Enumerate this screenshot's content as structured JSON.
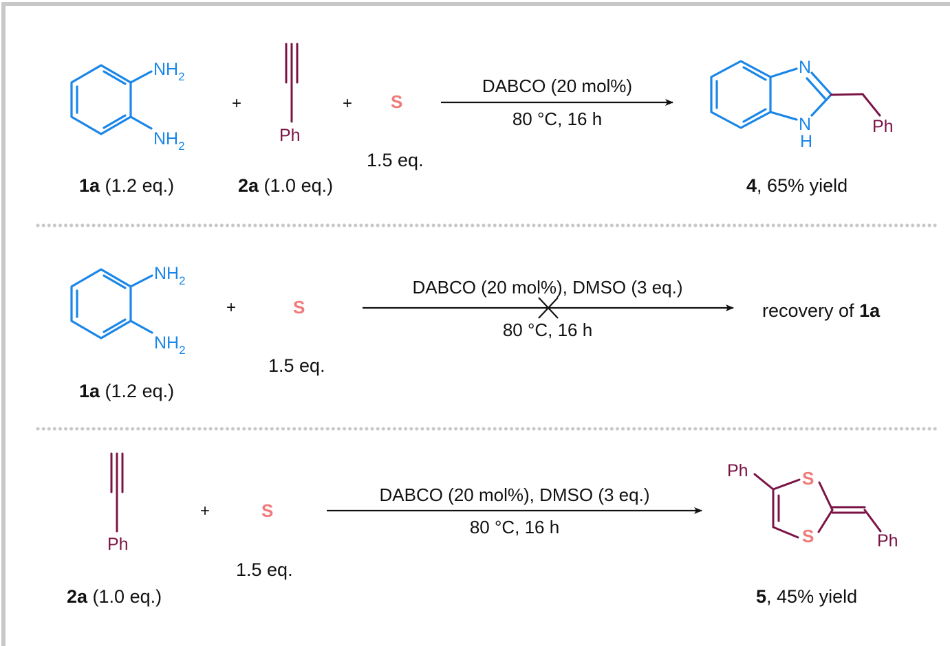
{
  "colors": {
    "frame": "#c8c8c8",
    "diamine": "#1a86e8",
    "alkyne": "#7a1446",
    "sulfur": "#f07a7a",
    "text": "#111111"
  },
  "atoms": {
    "nh2": "NH",
    "sub2": "2",
    "ph": "Ph",
    "n": "N",
    "h": "H",
    "s": "S"
  },
  "common": {
    "plus": "+",
    "s_equiv": "1.5 eq."
  },
  "reaction1": {
    "label_1a": "1a",
    "label_1a_eq": " (1.2 eq.)",
    "label_2a": "2a",
    "label_2a_eq": " (1.0 eq.)",
    "cond_top": "DABCO (20 mol%)",
    "cond_bottom": "80 °C, 16 h",
    "product_label": "4",
    "product_yield": ", 65% yield"
  },
  "reaction2": {
    "label_1a": "1a",
    "label_1a_eq": " (1.2 eq.)",
    "cond_top": "DABCO (20 mol%), DMSO (3 eq.)",
    "cond_bottom": "80 °C, 16 h",
    "result_prefix": "recovery of ",
    "result_bold": "1a"
  },
  "reaction3": {
    "label_2a": "2a",
    "label_2a_eq": " (1.0 eq.)",
    "cond_top": "DABCO (20 mol%), DMSO (3 eq.)",
    "cond_bottom": "80 °C, 16 h",
    "product_label": "5",
    "product_yield": ", 45% yield"
  }
}
